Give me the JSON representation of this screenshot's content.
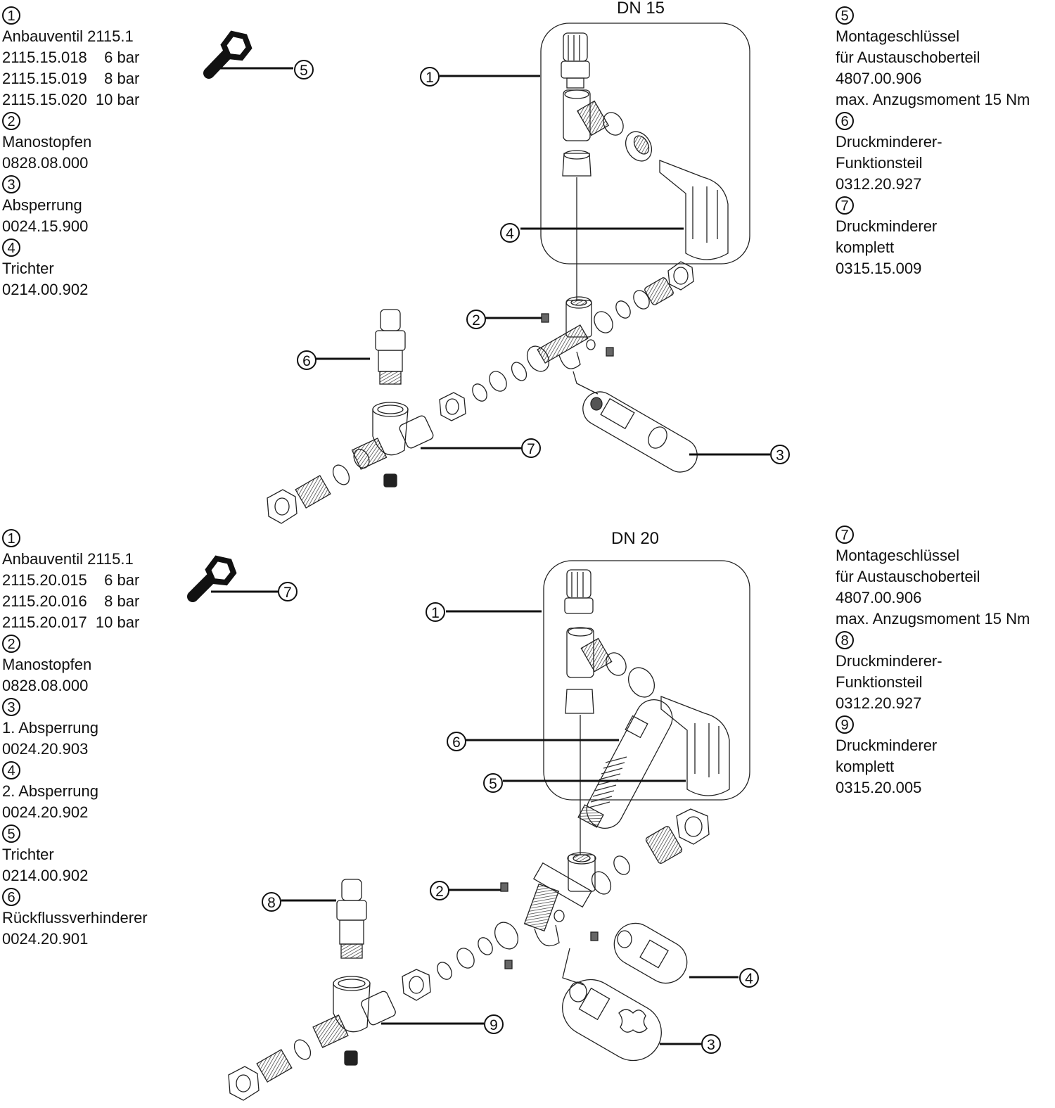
{
  "sections": [
    {
      "id": "dn15",
      "title": "DN 15",
      "legend_left": [
        {
          "num": "1",
          "lines": [
            "Anbauventil 2115.1",
            "2115.15.018    6 bar",
            "2115.15.019    8 bar",
            "2115.15.020  10 bar"
          ]
        },
        {
          "num": "2",
          "lines": [
            "Manostopfen",
            "0828.08.000"
          ]
        },
        {
          "num": "3",
          "lines": [
            "Absperrung",
            "0024.15.900"
          ]
        },
        {
          "num": "4",
          "lines": [
            "Trichter",
            "0214.00.902"
          ]
        }
      ],
      "legend_right": [
        {
          "num": "5",
          "lines": [
            "Montageschlüssel",
            "für Austauschoberteil",
            "4807.00.906",
            "max. Anzugsmoment 15 Nm"
          ]
        },
        {
          "num": "6",
          "lines": [
            "Druckminderer-",
            "Funktionsteil",
            "0312.20.927"
          ]
        },
        {
          "num": "7",
          "lines": [
            "Druckminderer",
            "komplett",
            "0315.15.009"
          ]
        }
      ],
      "callouts": [
        "5",
        "1",
        "4",
        "2",
        "6",
        "7",
        "3"
      ]
    },
    {
      "id": "dn20",
      "title": "DN 20",
      "legend_left": [
        {
          "num": "1",
          "lines": [
            "Anbauventil 2115.1",
            "2115.20.015    6 bar",
            "2115.20.016    8 bar",
            "2115.20.017  10 bar"
          ]
        },
        {
          "num": "2",
          "lines": [
            "Manostopfen",
            "0828.08.000"
          ]
        },
        {
          "num": "3",
          "lines": [
            "1. Absperrung",
            "0024.20.903"
          ]
        },
        {
          "num": "4",
          "lines": [
            "2. Absperrung",
            "0024.20.902"
          ]
        },
        {
          "num": "5",
          "lines": [
            "Trichter",
            "0214.00.902"
          ]
        },
        {
          "num": "6",
          "lines": [
            "Rückflussverhinderer",
            "0024.20.901"
          ]
        }
      ],
      "legend_right": [
        {
          "num": "7",
          "lines": [
            "Montageschlüssel",
            "für Austauschoberteil",
            "4807.00.906",
            "max. Anzugsmoment 15 Nm"
          ]
        },
        {
          "num": "8",
          "lines": [
            "Druckminderer-",
            "Funktionsteil",
            "0312.20.927"
          ]
        },
        {
          "num": "9",
          "lines": [
            "Druckminderer",
            "komplett",
            "0315.20.005"
          ]
        }
      ],
      "callouts": [
        "7",
        "1",
        "6",
        "5",
        "2",
        "8",
        "4",
        "9",
        "3"
      ]
    }
  ]
}
